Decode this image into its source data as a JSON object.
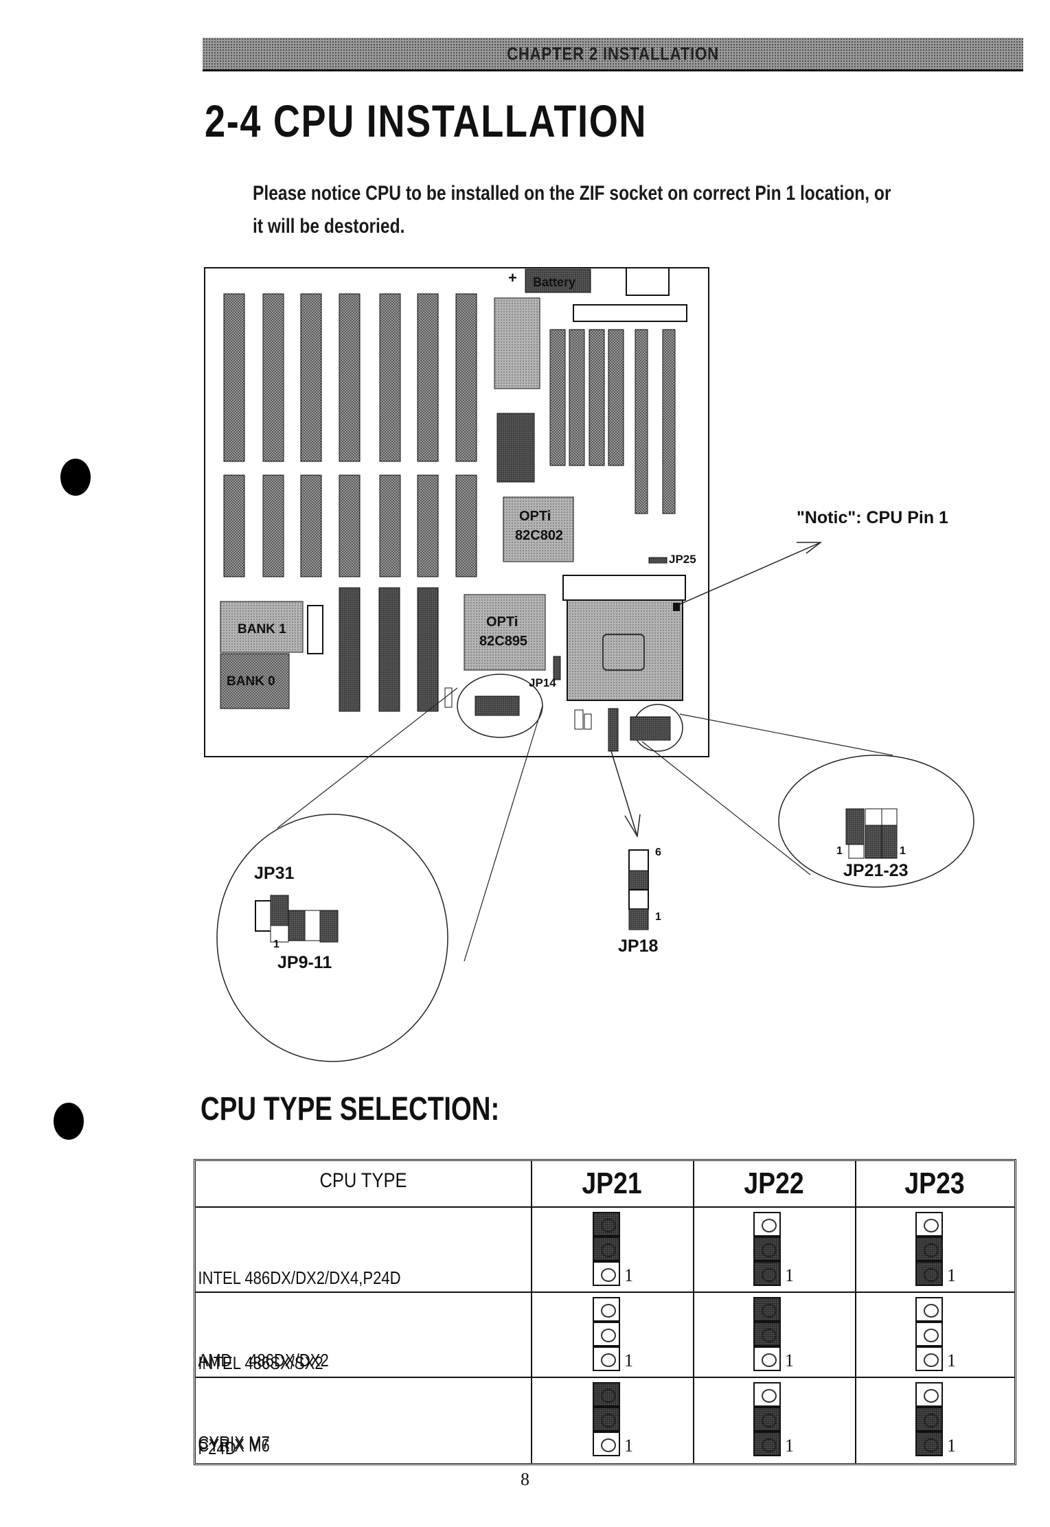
{
  "header": {
    "chapter": "CHAPTER 2 INSTALLATION"
  },
  "section": {
    "title": "2-4 CPU INSTALLATION",
    "intro_line1": "Please notice CPU to be installed on  the ZIF socket on correct Pin 1 location, or",
    "intro_line2": "it will be destoried."
  },
  "diagram": {
    "battery_plus": "+",
    "battery": "Battery",
    "chip1_line1": "OPTi",
    "chip1_line2": "82C802",
    "chip2_line1": "OPTi",
    "chip2_line2": "82C895",
    "bank1": "BANK 1",
    "bank0": "BANK 0",
    "jp25": "JP25",
    "jp14": "JP14",
    "notice": "\"Notic\":  CPU Pin 1",
    "jp31": "JP31",
    "jp9_11": "JP9-11",
    "jp9_pin1": "1",
    "jp18": "JP18",
    "jp18_pin6": "6",
    "jp18_pin1": "1",
    "jp21_23": "JP21-23",
    "jp21_left1": "1",
    "jp21_right1": "1"
  },
  "cpu_selection": {
    "heading": "CPU TYPE SELECTION:",
    "columns": [
      "CPU TYPE",
      "JP21",
      "JP22",
      "JP23"
    ],
    "rows": [
      {
        "names": [
          "INTEL 486DX/DX2/DX4,P24D",
          "AMD    486DX/DX2",
          "CYRIX M7"
        ],
        "jumpers": [
          {
            "pins_closed": [
              true,
              true,
              false
            ],
            "pin1_label": "1"
          },
          {
            "pins_closed": [
              false,
              true,
              true
            ],
            "pin1_label": "1"
          },
          {
            "pins_closed": [
              false,
              true,
              true
            ],
            "pin1_label": "1"
          }
        ]
      },
      {
        "names": [
          "INTEL 486SX/SX2",
          "CYRIX M6"
        ],
        "jumpers": [
          {
            "pins_closed": [
              false,
              false,
              false
            ],
            "pin1_label": "1"
          },
          {
            "pins_closed": [
              true,
              true,
              false
            ],
            "pin1_label": "1"
          },
          {
            "pins_closed": [
              false,
              false,
              false
            ],
            "pin1_label": "1"
          }
        ]
      },
      {
        "names": [
          "P24D"
        ],
        "jumpers": [
          {
            "pins_closed": [
              true,
              true,
              false
            ],
            "pin1_label": "1"
          },
          {
            "pins_closed": [
              false,
              true,
              true
            ],
            "pin1_label": "1"
          },
          {
            "pins_closed": [
              false,
              true,
              true
            ],
            "pin1_label": "1"
          }
        ]
      }
    ]
  },
  "footer": {
    "page_number": "8"
  },
  "colors": {
    "ink": "#111111",
    "chip_gray": "#8a8a8a",
    "slot_dark": "#3c3c3c"
  }
}
